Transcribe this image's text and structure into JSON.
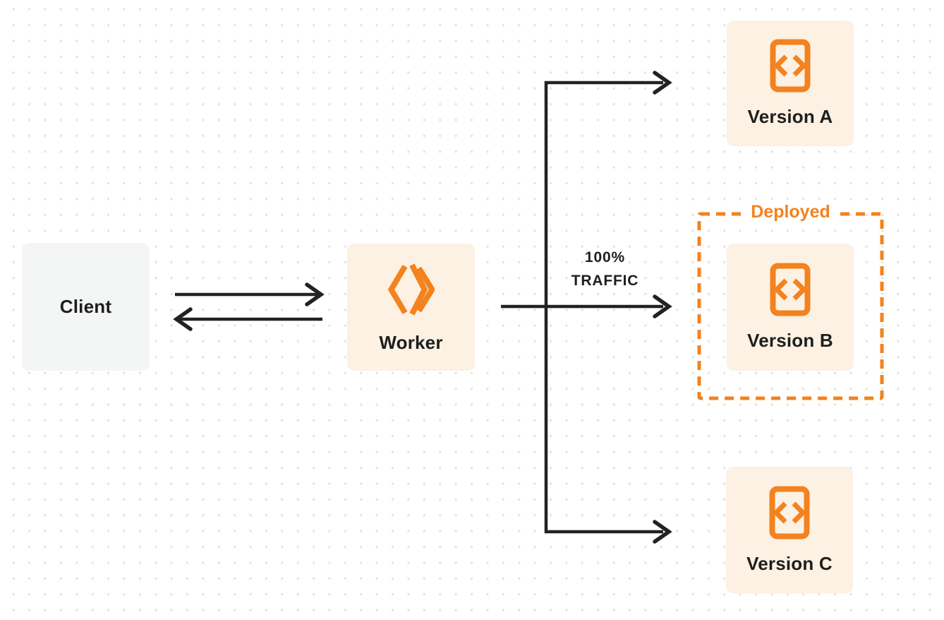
{
  "diagram": {
    "nodes": {
      "client": {
        "label": "Client"
      },
      "worker": {
        "label": "Worker"
      },
      "version_a": {
        "label": "Version A"
      },
      "version_b": {
        "label": "Version B"
      },
      "version_c": {
        "label": "Version C"
      }
    },
    "annotations": {
      "deployed": "Deployed",
      "traffic_percent": "100%",
      "traffic_word": "TRAFFIC"
    },
    "icons": {
      "worker_icon": "workers-logo-icon",
      "version_icon": "code-file-icon"
    },
    "colors": {
      "accent_orange": "#f3821f",
      "node_fill_cream": "#fcf1e2",
      "client_fill_gray": "#f4f5f5",
      "connector_dark": "#222222",
      "text_dark": "#1e1e1e",
      "background_dot": "#e3e3e3",
      "background": "#ffffff"
    }
  }
}
